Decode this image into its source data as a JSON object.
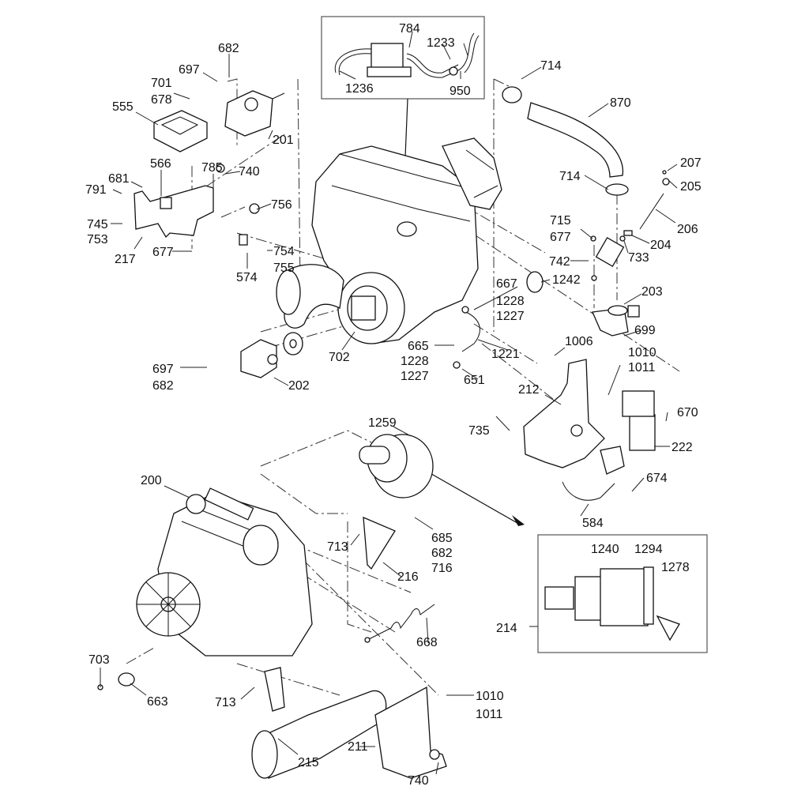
{
  "diagram": {
    "title": "Engine assembly exploded parts view",
    "callouts": {
      "c682_top": "682",
      "c697_top": "697",
      "c701": "701",
      "c678": "678",
      "c555": "555",
      "c201": "201",
      "c566": "566",
      "c785": "785",
      "c740_top": "740",
      "c681": "681",
      "c791": "791",
      "c756": "756",
      "c745": "745",
      "c753": "753",
      "c217": "217",
      "c677_left": "677",
      "c754": "754",
      "c755": "755",
      "c574": "574",
      "c784": "784",
      "c1233": "1233",
      "c1236": "1236",
      "c950": "950",
      "c714_top": "714",
      "c870": "870",
      "c714_mid": "714",
      "c207": "207",
      "c205": "205",
      "c206": "206",
      "c715": "715",
      "c677_right": "677",
      "c204": "204",
      "c742": "742",
      "c733": "733",
      "c1242": "1242",
      "c667": "667",
      "c1228_a": "1228",
      "c1227_a": "1227",
      "c203": "203",
      "c699": "699",
      "c665": "665",
      "c1228_b": "1228",
      "c1227_b": "1227",
      "c1221": "1221",
      "c651": "651",
      "c697_bot": "697",
      "c682_bot": "682",
      "c202": "202",
      "c702": "702",
      "c1006": "1006",
      "c1010_top": "1010",
      "c1011_top": "1011",
      "c212": "212",
      "c670": "670",
      "c735": "735",
      "c222": "222",
      "c674": "674",
      "c584": "584",
      "c1259": "1259",
      "c200": "200",
      "c713_mid": "713",
      "c685": "685",
      "c682_mid": "682",
      "c716": "716",
      "c216": "216",
      "c1240": "1240",
      "c1294": "1294",
      "c1278": "1278",
      "c214": "214",
      "c668": "668",
      "c703": "703",
      "c663": "663",
      "c713_bot": "713",
      "c1010_bot": "1010",
      "c1011_bot": "1011",
      "c211": "211",
      "c215": "215",
      "c740_bot": "740"
    }
  }
}
